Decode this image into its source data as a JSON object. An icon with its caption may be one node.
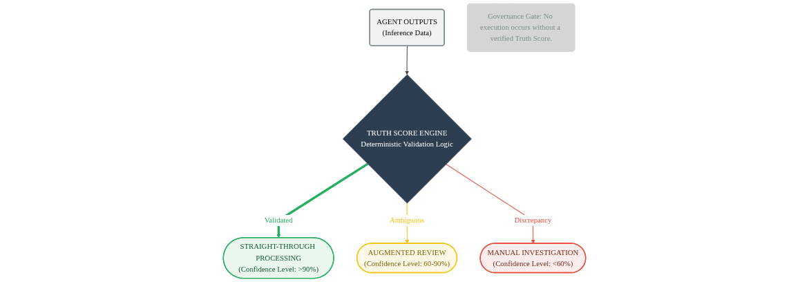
{
  "diagram": {
    "nodes": [
      {
        "text": [
          "AGENT OUTPUTS",
          "(Inference Data)"
        ]
      },
      {
        "text": [
          "TRUTH SCORE ENGINE",
          "Deterministic Validation Logic"
        ]
      },
      {
        "text": [
          "STRAIGHT-THROUGH PROCESSING",
          "(Confidence Level: >90%)"
        ]
      },
      {
        "text": [
          "AUGMENTED REVIEW",
          "(Confidence Level: 60-90%)"
        ]
      },
      {
        "text": [
          "MANUAL INVESTIGATION",
          "(Confidence Level: <60%)"
        ]
      },
      {
        "text": [
          "Governance Gate: No execution occurs without a verified Truth Score."
        ]
      }
    ],
    "edges": [
      {
        "from": 0,
        "to": 1,
        "arrow": "to",
        "color": "#444444"
      },
      {
        "from": 1,
        "to": 2,
        "arrow": "to",
        "label": "Validated",
        "style": "thick",
        "color": "#27ae60"
      },
      {
        "from": 1,
        "to": 3,
        "arrow": "to",
        "label": "Ambiguous",
        "color": "#f1c40f"
      },
      {
        "from": 1,
        "to": 4,
        "arrow": "to",
        "label": "Discrepancy",
        "color": "#e74c3c"
      }
    ]
  }
}
